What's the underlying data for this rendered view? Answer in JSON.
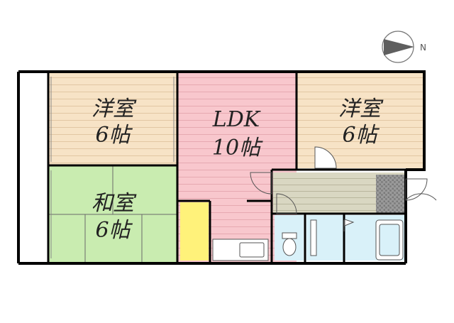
{
  "compass": {
    "north_label": "N"
  },
  "rooms": {
    "western_room_left": {
      "name": "洋室",
      "size": "6帖",
      "color": "#f7e3c6"
    },
    "ldk": {
      "name": "LDK",
      "size": "10帖",
      "color": "#f8c7cd"
    },
    "western_room_right": {
      "name": "洋室",
      "size": "6帖",
      "color": "#f7e3c6"
    },
    "japanese_room": {
      "name": "和室",
      "size": "6帖",
      "color": "#c9ecb0"
    }
  },
  "colors": {
    "wall": "#000000",
    "storage": "#fff27a",
    "hall": "#d9d7c2",
    "bathroom": "#d9f1f9",
    "kitchen_floor": "#f8c7cd"
  }
}
